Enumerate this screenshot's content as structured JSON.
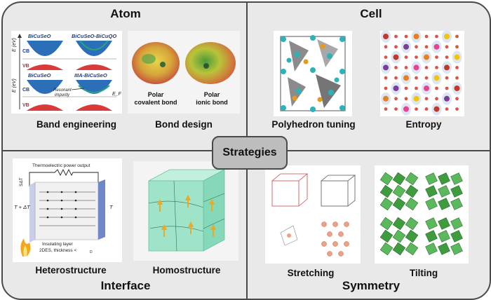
{
  "center": "Strategies",
  "quadrants": {
    "atom": {
      "title": "Atom",
      "labels": [
        "Band engineering",
        "Bond design"
      ],
      "band": {
        "top_left": "BiCuSeO",
        "top_right": "BiCuSeO-BiCuQO",
        "bottom_left": "BiCuSeO",
        "bottom_right": "IIIA-BiCuSeO",
        "cb": "CB",
        "vb": "VB",
        "axis": "E (eV)",
        "resonant": "Resonant",
        "impurity": "impurity",
        "ef": "E_F"
      },
      "bond": {
        "left_line1": "Polar",
        "left_line2": "covalent bond",
        "right_line1": "Polar",
        "right_line2": "ionic bond"
      }
    },
    "cell": {
      "title": "Cell",
      "labels": [
        "Polyhedron tuning",
        "Entropy"
      ]
    },
    "interface": {
      "title": "Interface",
      "labels": [
        "Heterostructure",
        "Homostructure"
      ],
      "hetero": {
        "power": "Thermoelectric power output",
        "axis": "SΔT",
        "hot": "T + ΔT",
        "cold": "T",
        "layer1": "Insulating layer",
        "layer2": "2DES, thickness <",
        "layer2_sub": "D"
      }
    },
    "symmetry": {
      "title": "Symmetry",
      "labels": [
        "Stretching",
        "Tilting"
      ]
    }
  },
  "colors": {
    "frame_bg": "#e9e9e9",
    "border": "#4a4a4a",
    "center_box": "#bdbdbd",
    "cb_blue": "#2a6fb8",
    "vb_red": "#d93a3a",
    "teal_atom": "#2bb3b8",
    "octa_green": "#3e9b3e",
    "homo_cube": "#9fe3c9",
    "arrow_orange": "#f2a81e"
  }
}
